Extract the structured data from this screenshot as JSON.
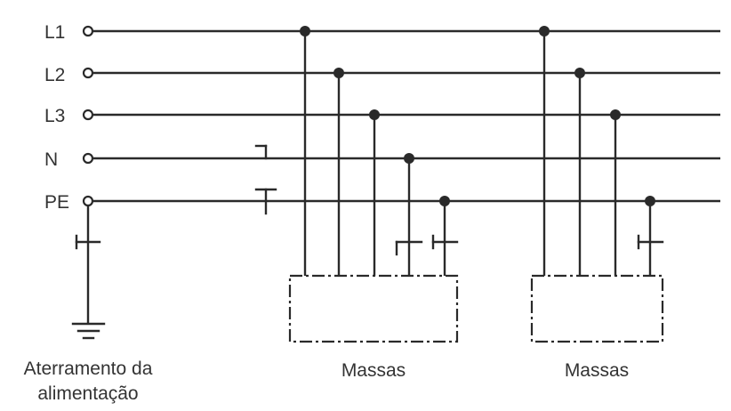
{
  "conductors": [
    {
      "id": "l1",
      "label": "L1"
    },
    {
      "id": "l2",
      "label": "L2"
    },
    {
      "id": "l3",
      "label": "L3"
    },
    {
      "id": "n",
      "label": "N"
    },
    {
      "id": "pe",
      "label": "PE"
    }
  ],
  "source_caption": {
    "line1": "Aterramento da",
    "line2": "alimentação"
  },
  "loads": [
    {
      "id": "load-1",
      "label": "Massas"
    },
    {
      "id": "load-2",
      "label": "Massas"
    }
  ],
  "colors": {
    "line": "#2a2a2a",
    "text": "#333333",
    "background": "#ffffff"
  }
}
